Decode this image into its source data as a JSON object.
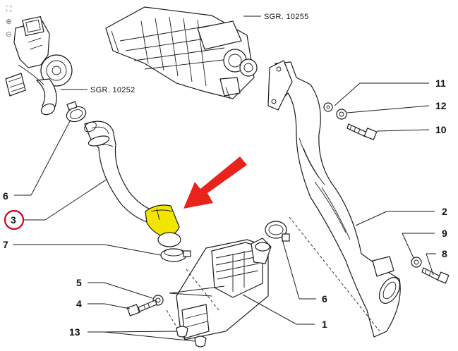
{
  "colors": {
    "highlight": "#f2e600",
    "arrow": "#e8231c",
    "ring": "#d0021b",
    "line": "#1a1a1a"
  },
  "toolbar": {
    "items": [
      {
        "icon": "fit-view-icon",
        "glyph": "⛶"
      },
      {
        "icon": "zoom-in-icon",
        "glyph": "⊕"
      },
      {
        "icon": "zoom-out-icon",
        "glyph": "⊖"
      }
    ]
  },
  "references": {
    "turbo": "SGR. 10252",
    "manifold": "SGR. 10255"
  },
  "callouts": {
    "c1": "1",
    "c2": "2",
    "c3": "3",
    "c4": "4",
    "c5": "5",
    "c6_left": "6",
    "c6_right": "6",
    "c7": "7",
    "c8": "8",
    "c9": "9",
    "c10": "10",
    "c11": "11",
    "c12": "12",
    "c13": "13"
  },
  "highlighted_part": "3"
}
